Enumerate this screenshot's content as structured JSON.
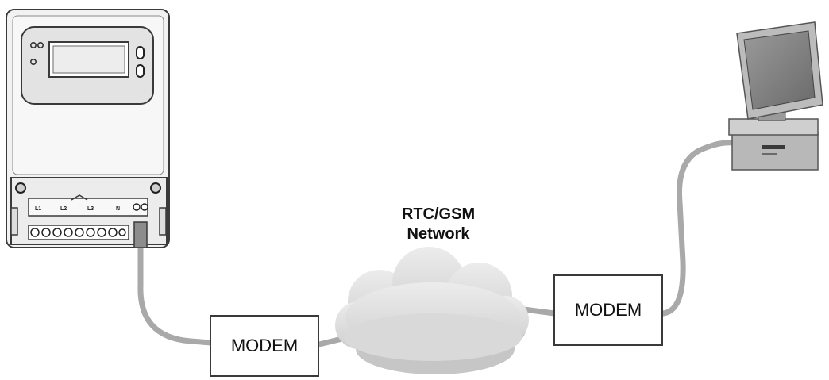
{
  "diagram": {
    "network_label_line1": "RTC/GSM",
    "network_label_line2": "Network",
    "modem_left_label": "MODEM",
    "modem_right_label": "MODEM",
    "meter_terminal_labels": [
      "L1",
      "L2",
      "L3",
      "N"
    ]
  },
  "colors": {
    "cable": "#a9a9a9",
    "cloud": "#dcdcdc",
    "meter_body": "#f2f2f2",
    "outline": "#3a3a3a"
  }
}
